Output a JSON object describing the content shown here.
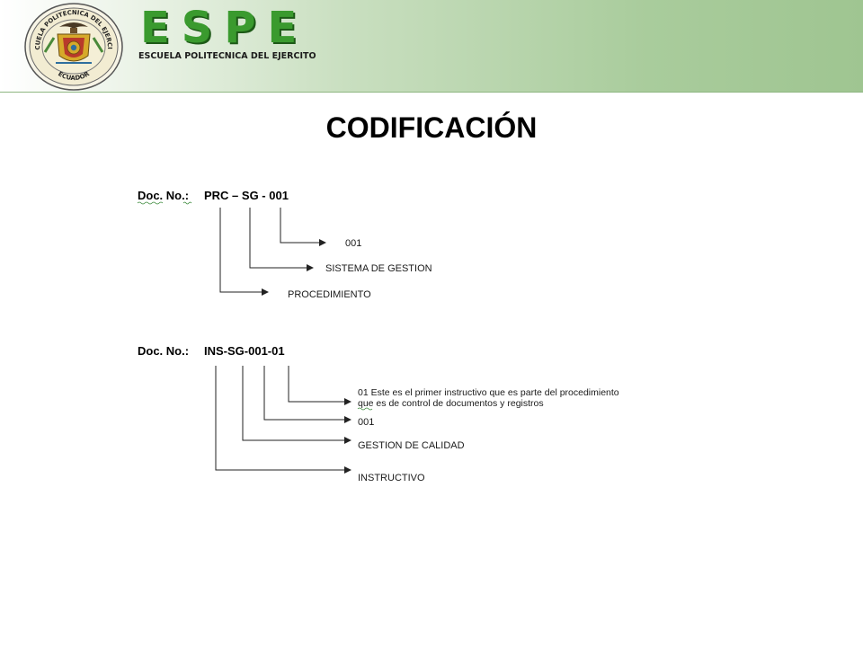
{
  "header": {
    "seal": {
      "text_top": "ESCUELA POLITECNICA DEL EJERCITO",
      "text_bottom": "ECUADOR"
    },
    "brand": "ESPE",
    "brand_subtitle": "ESCUELA POLITECNICA DEL EJERCITO"
  },
  "title": "CODIFICACIÓN",
  "diagram1": {
    "doc_label": "Doc. No.:",
    "code": "PRC – SG - 001",
    "labels": [
      "001",
      "SISTEMA DE GESTION",
      "PROCEDIMIENTO"
    ]
  },
  "diagram2": {
    "doc_label": "Doc. No.:",
    "code": "INS-SG-001-01",
    "note_line1": "01 Este es  el primer instructivo que es parte del procedimiento",
    "note_line2": "que es  de control de documentos y registros",
    "labels": [
      "001",
      "GESTION DE CALIDAD",
      "INSTRUCTIVO"
    ]
  },
  "colors": {
    "header_green": "#9fc591",
    "brand_green": "#3a9a2e",
    "seal_red": "#b83a2a",
    "seal_gold": "#d6a92a"
  }
}
